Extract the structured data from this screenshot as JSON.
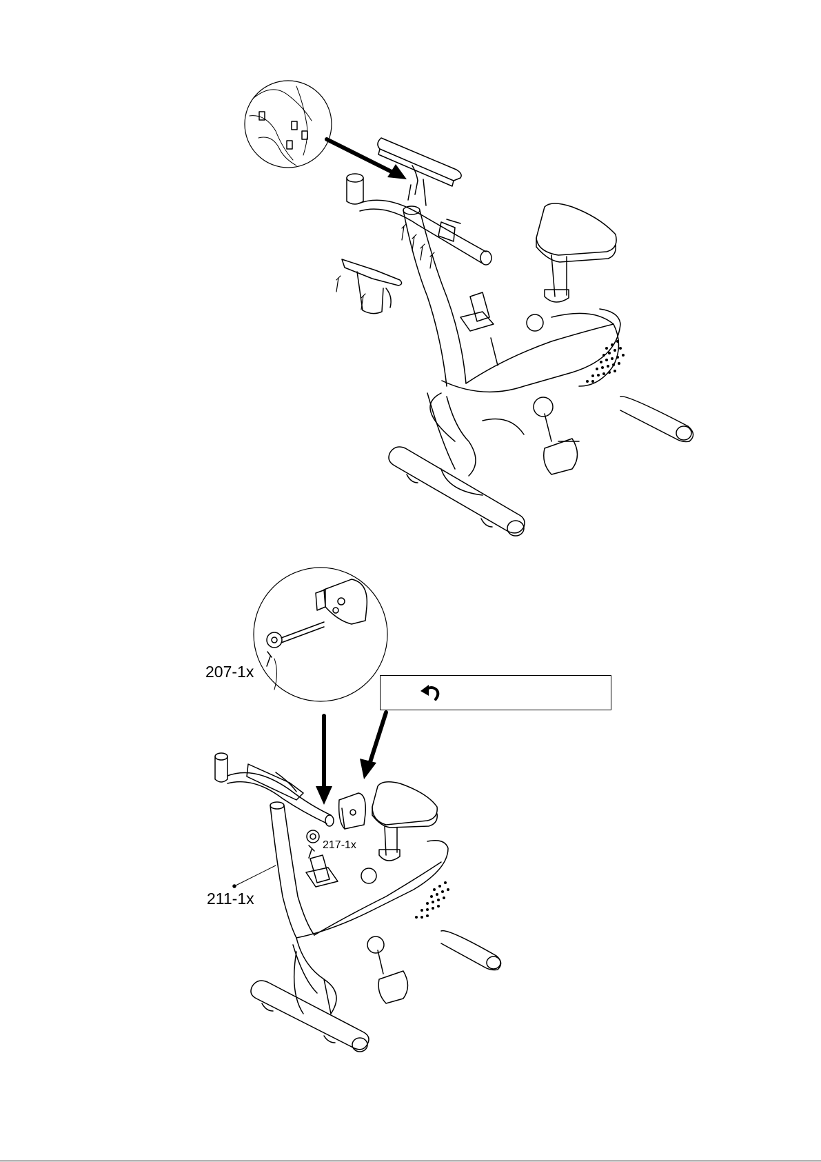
{
  "labels": {
    "part_207": "207-1x",
    "part_217": "217-1x",
    "part_211": "211-1x"
  },
  "icons": {
    "rotate": "rotate-counterclockwise-icon"
  }
}
